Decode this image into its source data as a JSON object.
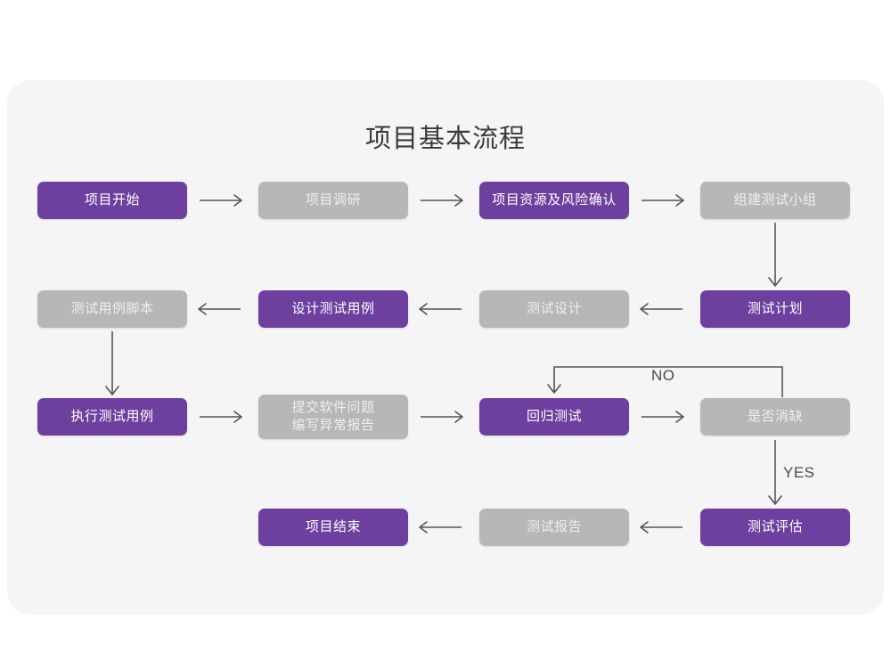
{
  "page": {
    "background": "#ffffff",
    "card_background": "#f5f5f6"
  },
  "title": "项目基本流程",
  "colors": {
    "active": "#6d3f9e",
    "inactive": "#b7b7b7",
    "active_text": "#ffffff",
    "inactive_text": "#efefef",
    "connector": "#555555",
    "title_text": "#3b3b3b"
  },
  "nodes": [
    {
      "id": "n1",
      "label": "项目开始",
      "state": "purple",
      "row": 1,
      "col": 1
    },
    {
      "id": "n2",
      "label": "项目调研",
      "state": "gray",
      "row": 1,
      "col": 2
    },
    {
      "id": "n3",
      "label": "项目资源及风险确认",
      "state": "purple",
      "row": 1,
      "col": 3
    },
    {
      "id": "n4",
      "label": "组建测试小组",
      "state": "gray",
      "row": 1,
      "col": 4
    },
    {
      "id": "n5",
      "label": "测试用例脚本",
      "state": "gray",
      "row": 2,
      "col": 1
    },
    {
      "id": "n6",
      "label": "设计测试用例",
      "state": "purple",
      "row": 2,
      "col": 2
    },
    {
      "id": "n7",
      "label": "测试设计",
      "state": "gray",
      "row": 2,
      "col": 3
    },
    {
      "id": "n8",
      "label": "测试计划",
      "state": "purple",
      "row": 2,
      "col": 4
    },
    {
      "id": "n9",
      "label": "执行测试用例",
      "state": "purple",
      "row": 3,
      "col": 1
    },
    {
      "id": "n10",
      "label_line1": "提交软件问题",
      "label_line2": "编写异常报告",
      "state": "gray",
      "row": 3,
      "col": 2
    },
    {
      "id": "n11",
      "label": "回归测试",
      "state": "purple",
      "row": 3,
      "col": 3
    },
    {
      "id": "n12",
      "label": "是否消缺",
      "state": "gray",
      "row": 3,
      "col": 4
    },
    {
      "id": "n13",
      "label": "项目结束",
      "state": "purple",
      "row": 4,
      "col": 2
    },
    {
      "id": "n14",
      "label": "测试报告",
      "state": "gray",
      "row": 4,
      "col": 3
    },
    {
      "id": "n15",
      "label": "测试评估",
      "state": "purple",
      "row": 4,
      "col": 4
    }
  ],
  "edge_labels": {
    "no": "NO",
    "yes": "YES"
  },
  "edges": [
    {
      "from": "n1",
      "to": "n2",
      "direction": "right"
    },
    {
      "from": "n2",
      "to": "n3",
      "direction": "right"
    },
    {
      "from": "n3",
      "to": "n4",
      "direction": "right"
    },
    {
      "from": "n4",
      "to": "n8",
      "direction": "down"
    },
    {
      "from": "n8",
      "to": "n7",
      "direction": "left"
    },
    {
      "from": "n7",
      "to": "n6",
      "direction": "left"
    },
    {
      "from": "n6",
      "to": "n5",
      "direction": "left"
    },
    {
      "from": "n5",
      "to": "n9",
      "direction": "down"
    },
    {
      "from": "n9",
      "to": "n10",
      "direction": "right"
    },
    {
      "from": "n10",
      "to": "n11",
      "direction": "right"
    },
    {
      "from": "n11",
      "to": "n12",
      "direction": "right"
    },
    {
      "from": "n12",
      "to": "n11",
      "direction": "loop-up-left",
      "label": "NO"
    },
    {
      "from": "n12",
      "to": "n15",
      "direction": "down",
      "label": "YES"
    },
    {
      "from": "n15",
      "to": "n14",
      "direction": "left"
    },
    {
      "from": "n14",
      "to": "n13",
      "direction": "left"
    }
  ]
}
